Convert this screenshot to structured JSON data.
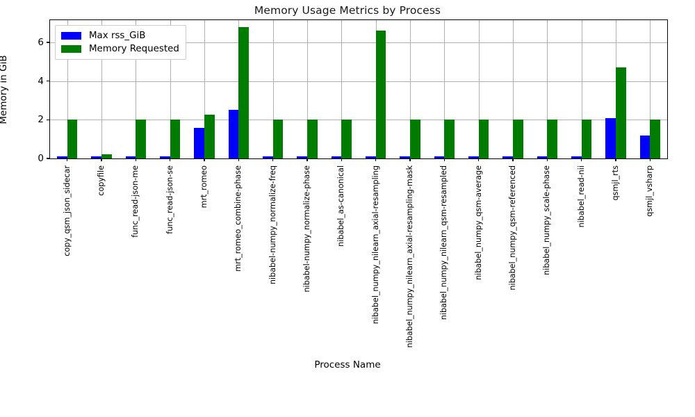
{
  "chart_data": {
    "type": "bar",
    "title": "Memory Usage Metrics by Process",
    "xlabel": "Process Name",
    "ylabel": "Memory in GiB",
    "ylim": [
      0,
      7.15
    ],
    "yticks": [
      0,
      2,
      4,
      6
    ],
    "grid": true,
    "legend_position": "upper left",
    "categories": [
      "copy_qsm_json_sidecar",
      "copyfile",
      "func_read-json-me",
      "func_read-json-se",
      "mrt_romeo",
      "mrt_romeo_combine-phase",
      "nibabel-numpy_normalize-freq",
      "nibabel-numpy_normalize-phase",
      "nibabel_as-canonical",
      "nibabel_numpy_nilearn_axial-resampling",
      "nibabel_numpy_nilearn_axial-resampling-mask",
      "nibabel_numpy_nilearn_qsm-resampled",
      "nibabel_numpy_qsm-average",
      "nibabel_numpy_qsm-referenced",
      "nibabel_numpy_scale-phase",
      "nibabel_read-nii",
      "qsmjl_rts",
      "qsmjl_vsharp"
    ],
    "series": [
      {
        "name": "Max rss_GiB",
        "color": "#0000ff",
        "values": [
          0.12,
          0.12,
          0.12,
          0.12,
          1.57,
          2.5,
          0.12,
          0.12,
          0.12,
          0.12,
          0.12,
          0.12,
          0.12,
          0.12,
          0.12,
          0.12,
          2.1,
          1.17
        ]
      },
      {
        "name": "Memory Requested",
        "color": "#007d00",
        "values": [
          2.0,
          0.2,
          2.0,
          2.0,
          2.27,
          6.8,
          2.0,
          2.0,
          2.0,
          6.6,
          2.0,
          2.0,
          2.0,
          2.0,
          2.0,
          2.0,
          4.7,
          2.0
        ]
      }
    ],
    "visible_tick_labels": [
      "copy_qsm_json_sidecar",
      "copyfile",
      "func_read-json-me",
      "func_read-json-se",
      "mrt_romeo",
      "mrt_romeo_combine-phase",
      "nibabel-numpy_normalize-freq",
      "nibabel-numpy_normalize-phase",
      "nibabel_as-canonical",
      "nibabel_numpy_nilearn_axial-resampling",
      "nibabel_numpy_nilearn_axial-resampling-mask",
      "nibabel_numpy_nilearn_qsm-resampled",
      "nibabel_numpy_qsm-average",
      "nibabel_numpy_qsm-referenced",
      "nibabel_numpy_scale-phase",
      "nibabel_read-nii",
      "qsmjl_rts",
      "qsmjl_vsharp"
    ]
  }
}
